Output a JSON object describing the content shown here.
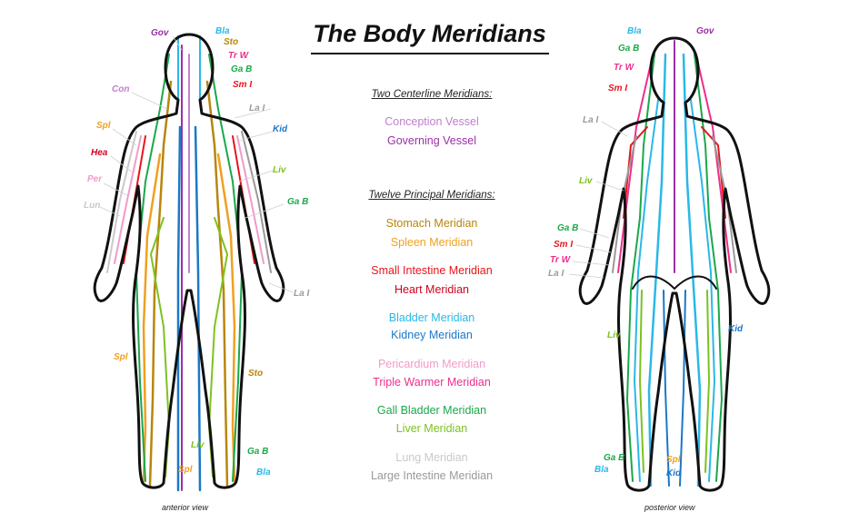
{
  "title": "The Body Meridians",
  "legend": {
    "centerline_heading": "Two Centerline Meridians:",
    "centerline": [
      {
        "label": "Conception Vessel",
        "color": "#c27fcf"
      },
      {
        "label": "Governing Vessel",
        "color": "#9b2fa8"
      }
    ],
    "principal_heading": "Twelve Principal Meridians:",
    "principal": [
      {
        "label": "Stomach Meridian",
        "color": "#b8860b"
      },
      {
        "label": "Spleen Meridian",
        "color": "#f0a020"
      },
      {
        "label": "Small Intestine Meridian",
        "color": "#e8141b"
      },
      {
        "label": "Heart Meridian",
        "color": "#d00020"
      },
      {
        "label": "Bladder Meridian",
        "color": "#29b8e8"
      },
      {
        "label": "Kidney Meridian",
        "color": "#1b78c8"
      },
      {
        "label": "Pericardium Meridian",
        "color": "#f39ac8"
      },
      {
        "label": "Triple Warmer Meridian",
        "color": "#ec2f8c"
      },
      {
        "label": "Gall Bladder Meridian",
        "color": "#1aa84a"
      },
      {
        "label": "Liver Meridian",
        "color": "#7cc21f"
      },
      {
        "label": "Lung Meridian",
        "color": "#c9c9c9"
      },
      {
        "label": "Large Intestine Meridian",
        "color": "#9a9a9a"
      }
    ]
  },
  "anterior": {
    "caption": "anterior view",
    "tags": [
      {
        "text": "Gov",
        "color": "#9b2fa8"
      },
      {
        "text": "Bla",
        "color": "#29b8e8"
      },
      {
        "text": "Sto",
        "color": "#b8860b"
      },
      {
        "text": "Tr W",
        "color": "#ec2f8c"
      },
      {
        "text": "Ga B",
        "color": "#1aa84a"
      },
      {
        "text": "Sm I",
        "color": "#e8141b"
      },
      {
        "text": "Con",
        "color": "#c27fcf"
      },
      {
        "text": "La I",
        "color": "#9a9a9a"
      },
      {
        "text": "Spl",
        "color": "#f0a020"
      },
      {
        "text": "Kid",
        "color": "#1b78c8"
      },
      {
        "text": "Hea",
        "color": "#d00020"
      },
      {
        "text": "Liv",
        "color": "#7cc21f"
      },
      {
        "text": "Per",
        "color": "#f39ac8"
      },
      {
        "text": "Ga B",
        "color": "#1aa84a"
      },
      {
        "text": "Lun",
        "color": "#c9c9c9"
      },
      {
        "text": "La I",
        "color": "#9a9a9a"
      },
      {
        "text": "Spl",
        "color": "#f0a020"
      },
      {
        "text": "Sto",
        "color": "#b8860b"
      },
      {
        "text": "Liv",
        "color": "#7cc21f"
      },
      {
        "text": "Ga B",
        "color": "#1aa84a"
      },
      {
        "text": "Spl",
        "color": "#f0a020"
      },
      {
        "text": "Bla",
        "color": "#29b8e8"
      }
    ]
  },
  "posterior": {
    "caption": "posterior view",
    "tags": [
      {
        "text": "Bla",
        "color": "#29b8e8"
      },
      {
        "text": "Gov",
        "color": "#9b2fa8"
      },
      {
        "text": "Ga B",
        "color": "#1aa84a"
      },
      {
        "text": "Tr W",
        "color": "#ec2f8c"
      },
      {
        "text": "Sm I",
        "color": "#e8141b"
      },
      {
        "text": "La I",
        "color": "#9a9a9a"
      },
      {
        "text": "Liv",
        "color": "#7cc21f"
      },
      {
        "text": "Ga B",
        "color": "#1aa84a"
      },
      {
        "text": "Sm I",
        "color": "#e8141b"
      },
      {
        "text": "Tr W",
        "color": "#ec2f8c"
      },
      {
        "text": "La I",
        "color": "#9a9a9a"
      },
      {
        "text": "Liv",
        "color": "#7cc21f"
      },
      {
        "text": "Kid",
        "color": "#1b78c8"
      },
      {
        "text": "Ga B",
        "color": "#1aa84a"
      },
      {
        "text": "Spl",
        "color": "#f0a020"
      },
      {
        "text": "Bla",
        "color": "#29b8e8"
      },
      {
        "text": "Kid",
        "color": "#1b78c8"
      }
    ]
  }
}
